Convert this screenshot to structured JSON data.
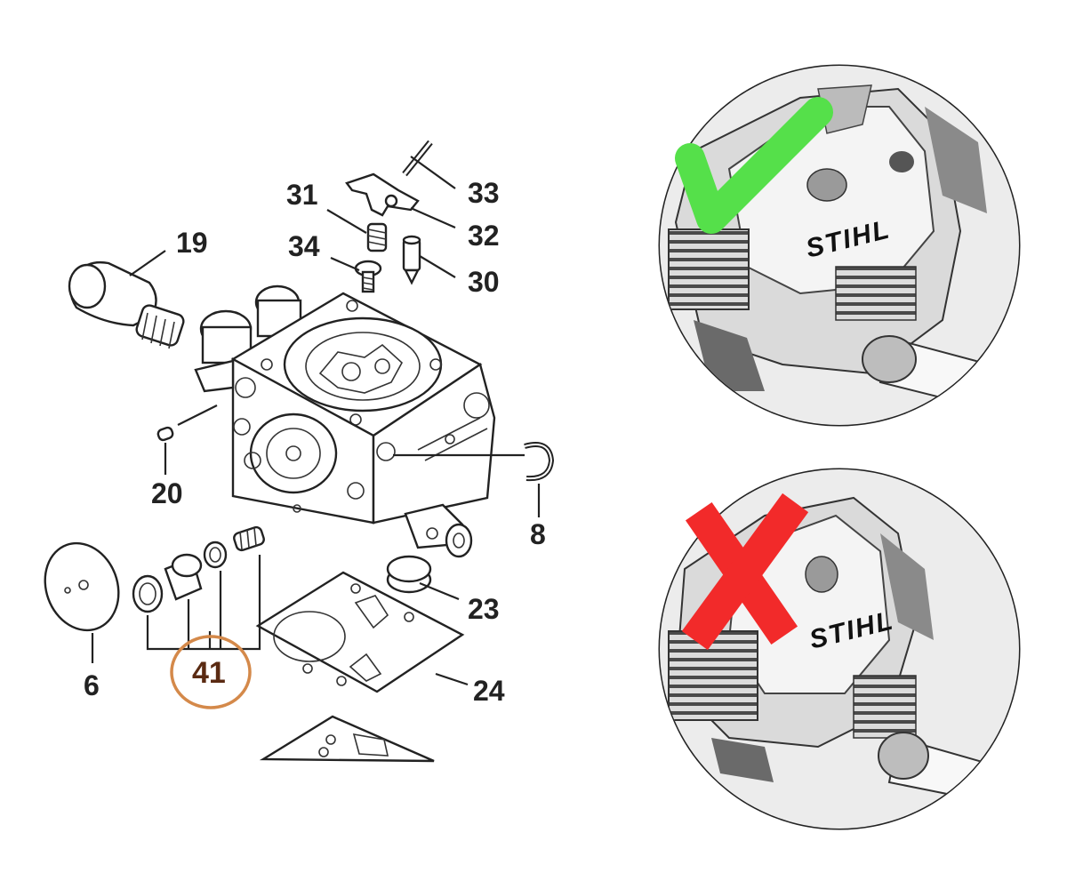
{
  "diagram": {
    "part_numbers": {
      "p19": "19",
      "p31": "31",
      "p33": "33",
      "p32": "32",
      "p34": "34",
      "p30": "30",
      "p20": "20",
      "p8": "8",
      "p6": "6",
      "p41": "41",
      "p23": "23",
      "p24": "24"
    },
    "highlighted_part": "41",
    "highlight_color": "#d4894a"
  },
  "photos": {
    "correct": {
      "brand": "STIHL",
      "mark": "check",
      "mark_color": "#55e04a"
    },
    "incorrect": {
      "brand": "STIHL",
      "mark": "cross",
      "mark_color": "#f22a2a"
    }
  }
}
